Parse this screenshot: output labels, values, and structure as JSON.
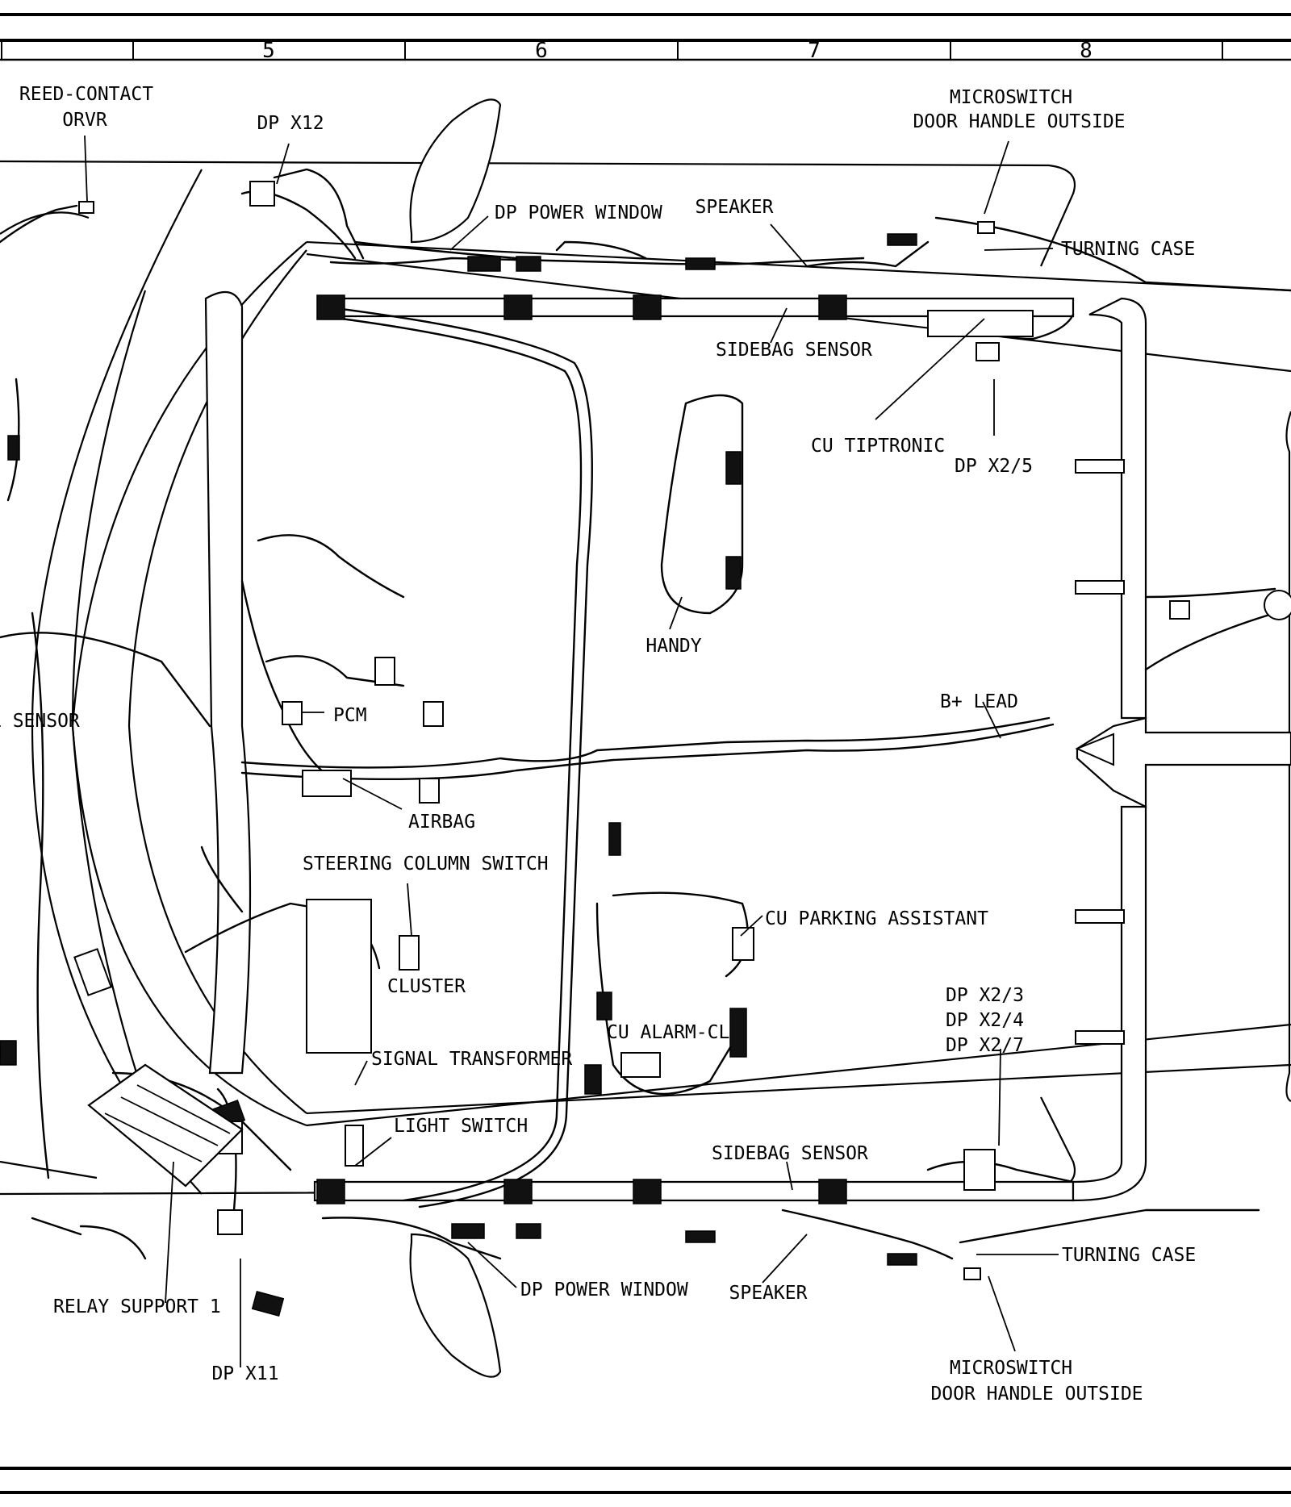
{
  "grid": {
    "columns": [
      "5",
      "6",
      "7",
      "8"
    ]
  },
  "labels": {
    "reed_contact": "REED-CONTACT",
    "orvr": "ORVR",
    "dp_x12": "DP X12",
    "dp_power_window_top": "DP POWER WINDOW",
    "speaker_top": "SPEAKER",
    "microswitch_top": "MICROSWITCH",
    "door_handle_outside_top": "DOOR HANDLE OUTSIDE",
    "turning_case_top": "TURNING CASE",
    "sidebag_sensor_top": "SIDEBAG SENSOR",
    "cu_tiptronic": "CU TIPTRONIC",
    "dp_x2_5": "DP X2/5",
    "handy": "HANDY",
    "b_plus_lead": "B+ LEAD",
    "sensor_left": "L SENSOR",
    "pcm": "PCM",
    "airbag": "AIRBAG",
    "steering_column_switch": "STEERING COLUMN SWITCH",
    "cu_parking_assistant": "CU PARKING ASSISTANT",
    "cluster": "CLUSTER",
    "dp_x2_3": "DP X2/3",
    "dp_x2_4": "DP X2/4",
    "dp_x2_7": "DP X2/7",
    "cu_alarm_cl": "CU ALARM-CL",
    "signal_transformer": "SIGNAL TRANSFORMER",
    "light_switch": "LIGHT SWITCH",
    "sidebag_sensor_bottom": "SIDEBAG SENSOR",
    "turning_case_bottom": "TURNING CASE",
    "dp_power_window_bottom": "DP POWER WINDOW",
    "speaker_bottom": "SPEAKER",
    "relay_support_1": "RELAY SUPPORT 1",
    "dp_x11": "DP X11",
    "microswitch_bottom": "MICROSWITCH",
    "door_handle_outside_bottom": "DOOR HANDLE OUTSIDE"
  }
}
